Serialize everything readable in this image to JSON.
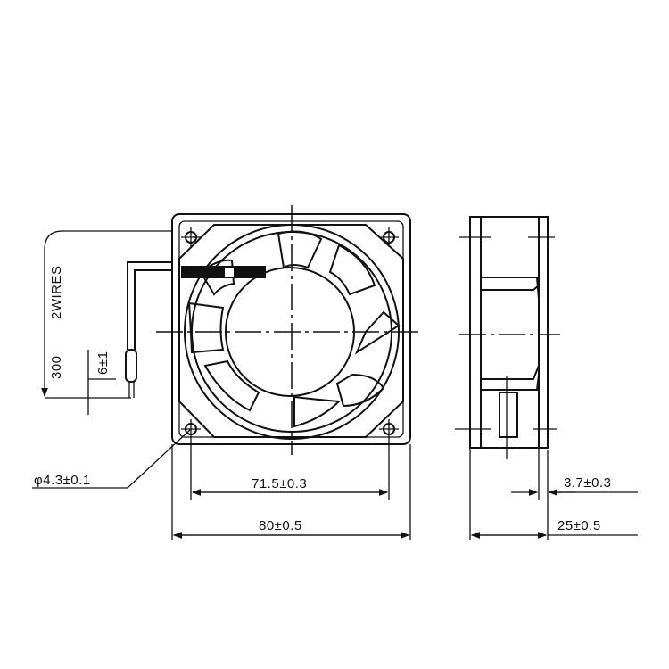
{
  "labels": {
    "wires": "2WIRES",
    "wire_length": "300",
    "strip_length": "6±1",
    "hole_diameter": "φ4.3±0.1",
    "hole_spacing": "71.5±0.3",
    "frame_width": "80±0.5",
    "flange_thickness": "3.7±0.3",
    "depth": "25±0.5"
  }
}
